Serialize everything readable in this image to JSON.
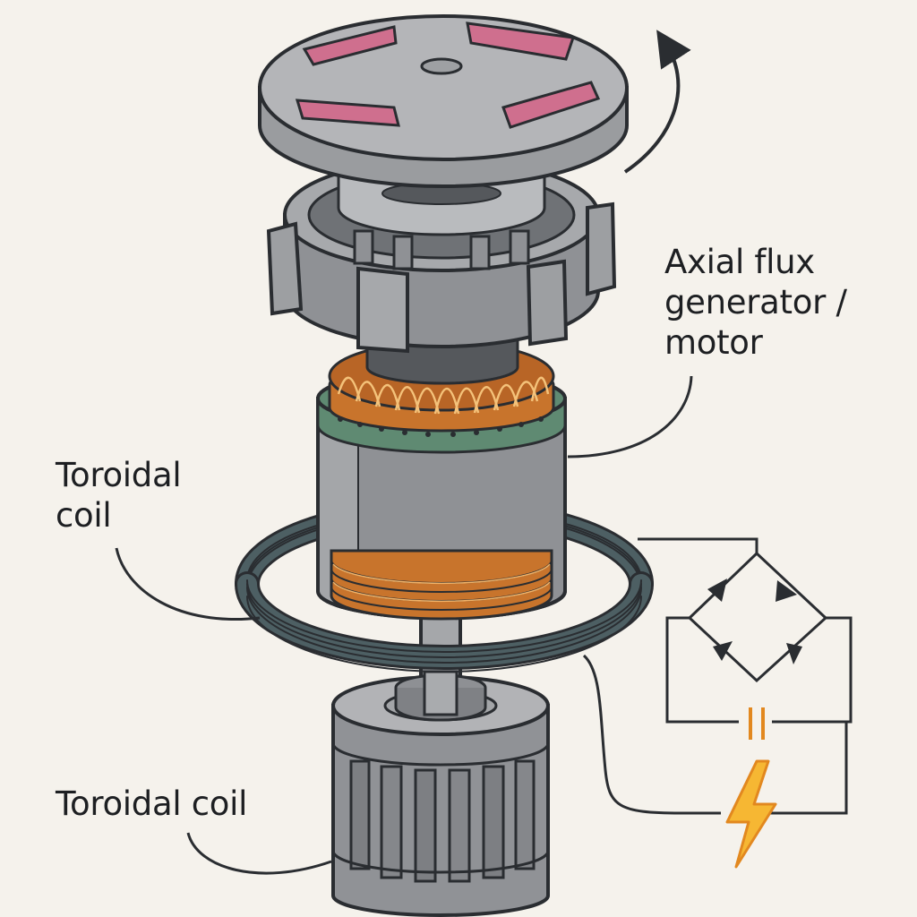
{
  "labels": {
    "axial_flux": [
      "Axial flux",
      "generator /",
      "motor"
    ],
    "toroidal_coil_middle": [
      "Toroidal",
      "coil"
    ],
    "toroidal_coil_bottom": "Toroidal coil"
  },
  "colors": {
    "background": "#f5f2ec",
    "outline": "#2a2d31",
    "steel_light": "#b4b5b8",
    "steel_mid": "#8f9195",
    "steel_dark": "#6c6e72",
    "magnet_pink": "#cf6f8e",
    "copper": "#c8742c",
    "coil_teal": "#4d5f63",
    "green_band": "#5f8a72",
    "capacitor_orange": "#e2881f",
    "spark_yellow": "#f6b733"
  },
  "icons": {
    "rotation": "rotation-arrow-icon",
    "diode": "diode-icon",
    "capacitor": "capacitor-icon",
    "spark": "lightning-bolt-icon"
  }
}
